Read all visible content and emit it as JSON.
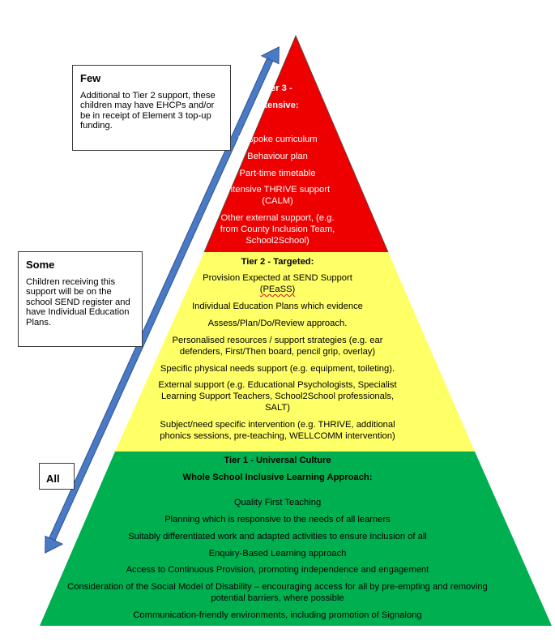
{
  "colors": {
    "tier3": "#ee0000",
    "tier2": "#ffff66",
    "tier1": "#00b050",
    "arrow": "#4a7ac6",
    "arrow_outline": "#2f528f"
  },
  "boxes": {
    "few": {
      "title": "Few",
      "text": "Additional to Tier 2 support, these children may have EHCPs and/or be in receipt of Element 3 top-up funding."
    },
    "some": {
      "title": "Some",
      "text": "Children receiving this support will be on the school SEND register and have Individual Education Plans."
    },
    "all": {
      "title": "All"
    }
  },
  "tier3": {
    "title_line1": "Tier 3 -",
    "title_line2": "Intensive:",
    "items": [
      "Bespoke curriculum",
      "Behaviour plan",
      "Part-time timetable",
      "Intensive THRIVE support",
      "(CALM)",
      "Other external support, (e.g.",
      "from County Inclusion Team,",
      "School2School)"
    ]
  },
  "tier2": {
    "title": "Tier 2 - Targeted:",
    "items": [
      "Provision Expected at SEND Support",
      "(PEaSS)",
      "Individual Education Plans which evidence",
      "Assess/Plan/Do/Review approach.",
      "Personalised resources / support strategies (e.g. ear",
      "defenders, First/Then board, pencil grip, overlay)",
      "Specific physical needs support (e.g. equipment, toileting).",
      "External support (e.g. Educational Psychologists, Specialist",
      "Learning Support Teachers, School2School professionals,",
      "SALT)",
      "Subject/need specific intervention (e.g. THRIVE, additional",
      "phonics sessions, pre-teaching, WELLCOMM intervention)"
    ]
  },
  "tier1": {
    "title": "Tier 1 - Universal Culture",
    "subtitle": "Whole School Inclusive Learning Approach:",
    "items": [
      "Quality First Teaching",
      "Planning which is responsive to the needs of all learners",
      "Suitably differentiated work and adapted activities to ensure inclusion of all",
      "Enquiry-Based Learning approach",
      "Access to Continuous Provision, promoting independence and engagement",
      "Consideration of the Social Model of Disability – encouraging access for all by pre-empting and removing",
      "potential barriers, where possible",
      "Communication-friendly environments, including promotion of Signalong"
    ]
  }
}
